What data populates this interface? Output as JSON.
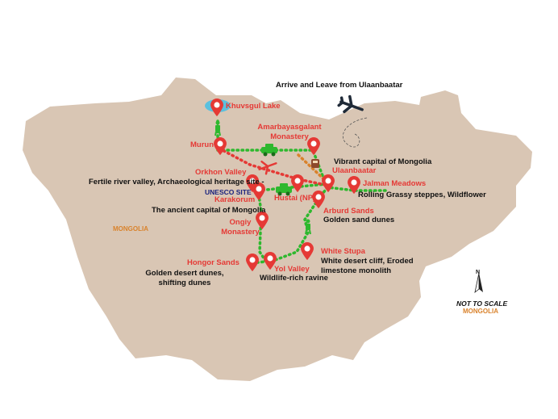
{
  "title": "Arrive and Leave from Ulaanbaatar",
  "places": {
    "khuvsgul": "Khuvsgul Lake",
    "amarbayasgalant": "Amarbayasgalant Monastery",
    "murun": "Murun",
    "orkhon": "Orkhon Valley",
    "karakorum": "Karakorum",
    "hustai": "Hustai (NP)",
    "ulaanbaatar": "Ulaanbaatar",
    "jalman": "Jalman Meadows",
    "arburd": "Arburd Sands",
    "ongiy": "Ongiy Monastery",
    "hongor": "Hongor Sands",
    "yol": "Yol Valley",
    "white_stupa": "White Stupa"
  },
  "descriptions": {
    "orkhon": "Fertile river valley, Archaeological heritage site -",
    "unesco": "UNESCO SITE",
    "karakorum": "The ancient capital of Mongolia",
    "ulaanbaatar": "Vibrant capital of Mongolia",
    "jalman": "Rolling Grassy steppes, Wildflower",
    "arburd": "Golden sand dunes",
    "hongor": "Golden desert dunes, shifting dunes",
    "yol": "Wildlife-rich ravine",
    "white_stupa": "White desert cliff, Eroded limestone monolith"
  },
  "country_label": "MONGOLIA",
  "scale_note": "NOT TO SCALE",
  "scale_country": "MONGOLIA",
  "north_label": "N",
  "colors": {
    "land": "#d9c6b4",
    "marker": "#e53935",
    "route_green": "#2eb82e",
    "route_red": "#e53935",
    "route_orange": "#d9822b",
    "lake": "#5bc0de"
  },
  "icons": [
    "pin-icon",
    "plane-icon",
    "car-icon",
    "hiker-icon",
    "train-icon",
    "north-arrow-icon"
  ]
}
